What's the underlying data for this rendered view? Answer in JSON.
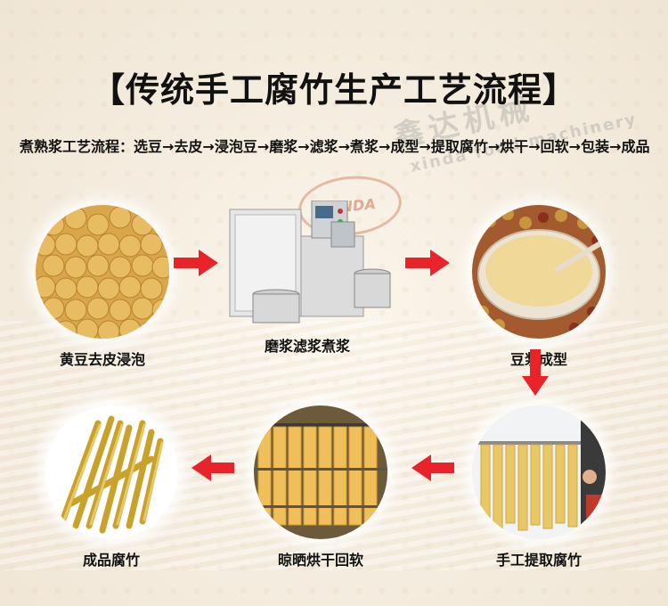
{
  "title": "【传统手工腐竹生产工艺流程】",
  "process_description": "煮熟浆工艺流程：选豆→去皮→浸泡豆→磨浆→滤浆→煮浆→成型→提取腐竹→烘干→回软→包装→成品",
  "watermark": {
    "cn": "鑫达机械",
    "en": "xinda food machinery",
    "brand": "XINDA"
  },
  "steps": [
    {
      "label": "黄豆去皮浸泡"
    },
    {
      "label": "磨浆滤浆煮浆"
    },
    {
      "label": "豆浆成型"
    },
    {
      "label": "手工提取腐竹"
    },
    {
      "label": "晾晒烘干回软"
    },
    {
      "label": "成品腐竹"
    }
  ],
  "colors": {
    "arrow": "#e8232a",
    "title": "#111111"
  }
}
